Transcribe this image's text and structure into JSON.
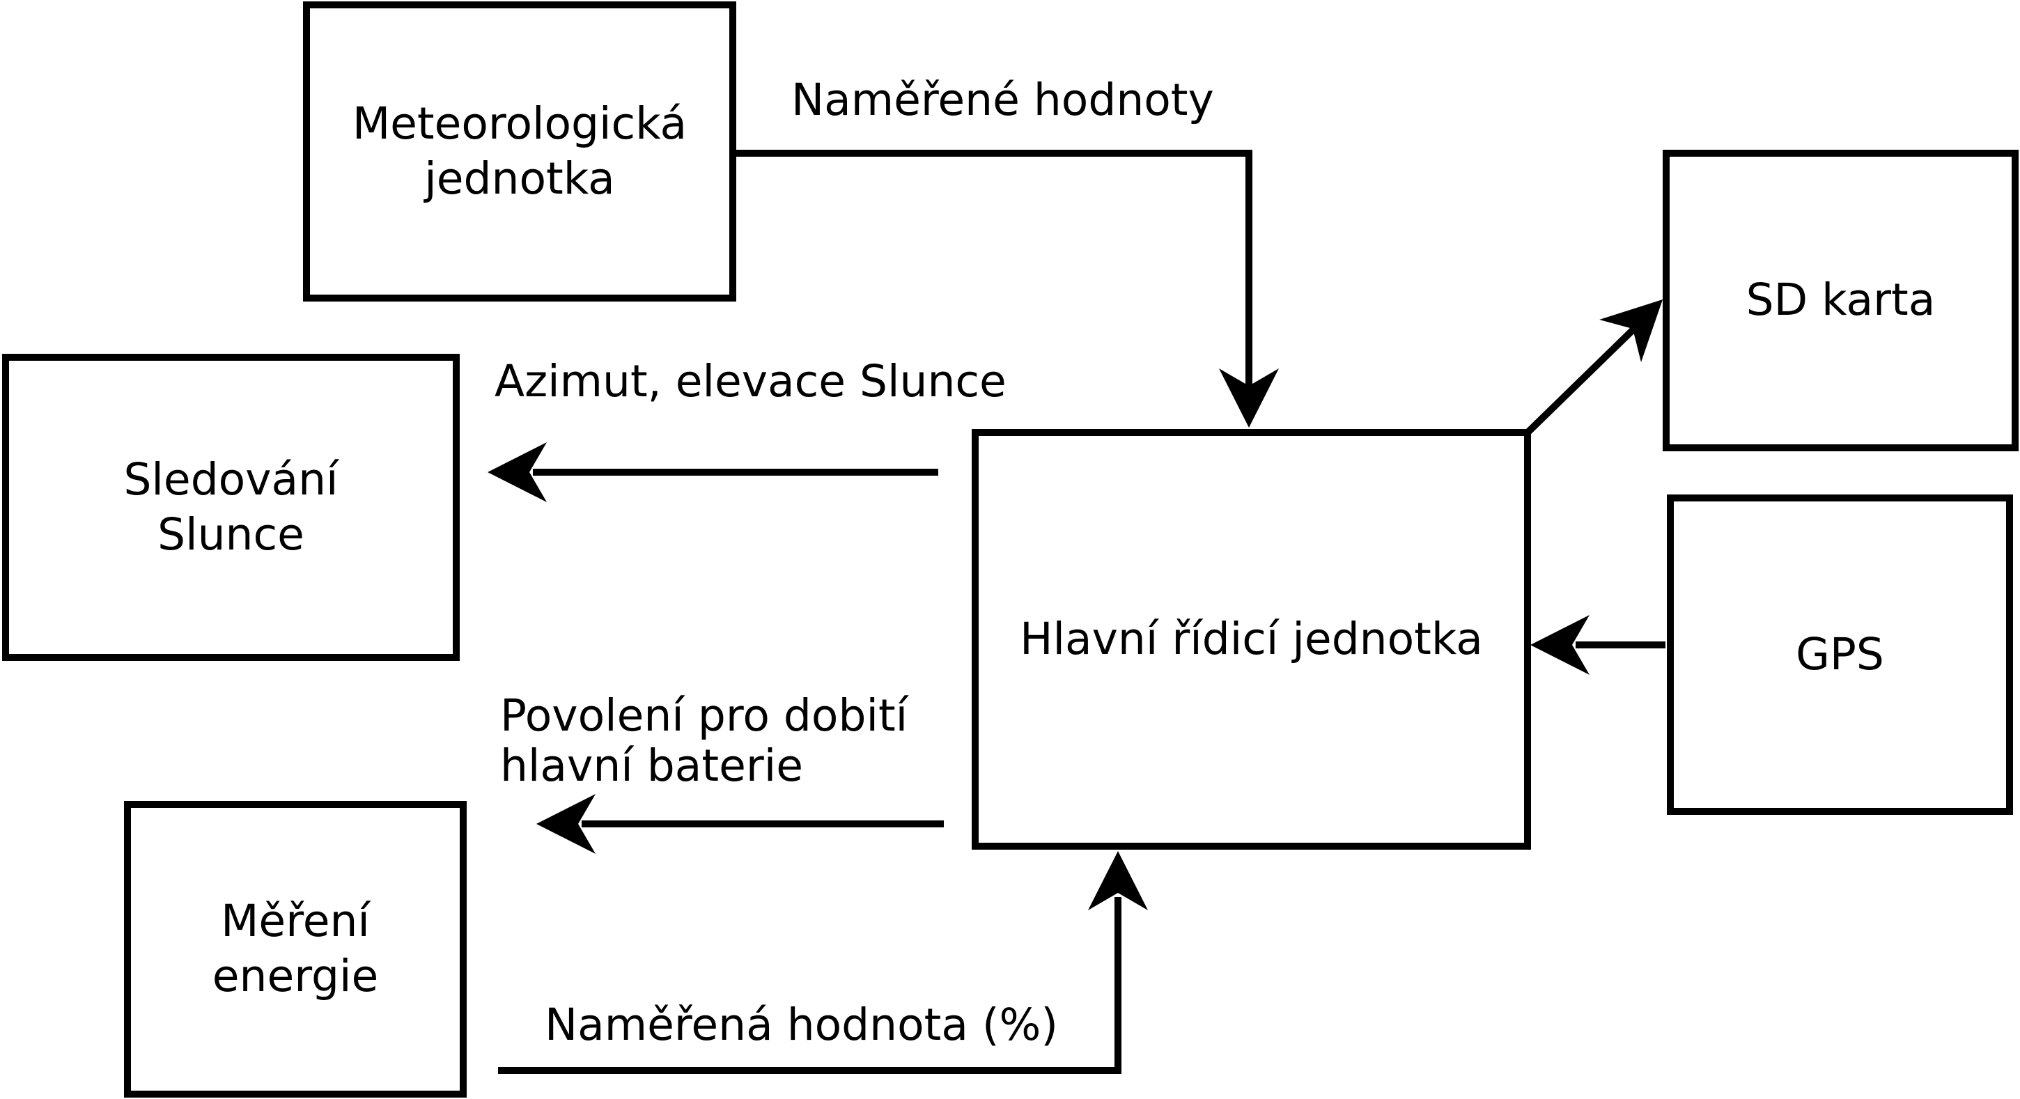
{
  "diagram": {
    "colors": {
      "ink": "#000000",
      "background": "#ffffff"
    },
    "nodes": [
      {
        "id": "meteorologicka-jednotka",
        "label": "Meteorologická\njednotka"
      },
      {
        "id": "sd-karta",
        "label": "SD karta"
      },
      {
        "id": "sledovani-slunce",
        "label": "Sledování\nSlunce"
      },
      {
        "id": "hlavni-ridici-jednotka",
        "label": "Hlavní řídicí jednotka"
      },
      {
        "id": "gps",
        "label": "GPS"
      },
      {
        "id": "mereni-energie",
        "label": "Měření\nenergie"
      }
    ],
    "edges": [
      {
        "from": "Meteorologická jednotka",
        "to": "Hlavní řídicí jednotka",
        "label": "Naměřené hodnoty"
      },
      {
        "from": "Hlavní řídicí jednotka",
        "to": "SD karta",
        "label": ""
      },
      {
        "from": "GPS",
        "to": "Hlavní řídicí jednotka",
        "label": ""
      },
      {
        "from": "Hlavní řídicí jednotka",
        "to": "Sledování Slunce",
        "label": "Azimut, elevace Slunce"
      },
      {
        "from": "Hlavní řídicí jednotka",
        "to": "Měření energie",
        "label": "Povolení pro dobití\nhlavní baterie"
      },
      {
        "from": "Měření energie",
        "to": "Hlavní řídicí jednotka",
        "label": "Naměřená hodnota (%)"
      }
    ]
  }
}
